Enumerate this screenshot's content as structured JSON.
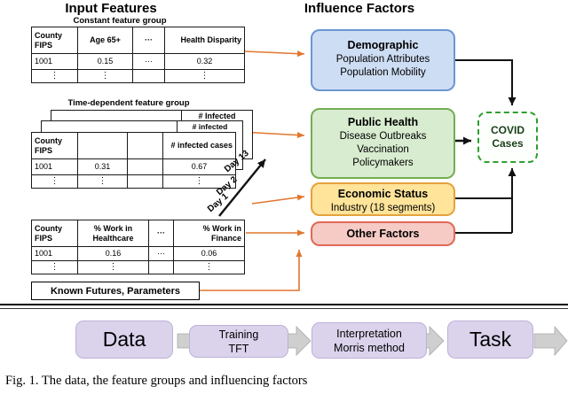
{
  "colors": {
    "demographic_fill": "#cdddf3",
    "demographic_border": "#6b96d2",
    "public_health_fill": "#d8ecd0",
    "public_health_border": "#74ad54",
    "economic_fill": "#ffe49a",
    "economic_border": "#e5a23c",
    "other_fill": "#f6cac5",
    "other_border": "#df6a55",
    "covid_border": "#2f9e2f",
    "pipeline_fill": "#dbd3ec",
    "arrow_orange": "#e2762e",
    "arrow_black": "#111111",
    "arrow_gray": "#cfcfcf"
  },
  "titles": {
    "input_features": "Input Features",
    "influence_factors": "Influence Factors"
  },
  "constant_group": {
    "label": "Constant feature group",
    "headers": [
      "County FIPS",
      "Age 65+",
      "···",
      "Health Disparity"
    ],
    "row": [
      "1001",
      "0.15",
      "···",
      "0.32"
    ],
    "dots": [
      "⋮",
      "⋮",
      "",
      "⋮"
    ]
  },
  "time_group": {
    "label": "Time-dependent feature group",
    "stack_labels": [
      "# Infected",
      "# infected"
    ],
    "headers": [
      "County FIPS",
      "",
      "",
      "# infected cases"
    ],
    "row": [
      "1001",
      "0.31",
      "",
      "0.67"
    ],
    "dots": [
      "⋮",
      "⋮",
      "",
      "⋮"
    ],
    "day_labels": [
      "Day 13",
      "Day 2",
      "Day 1"
    ]
  },
  "work_group": {
    "headers": [
      "County FIPS",
      "% Work in Healthcare",
      "···",
      "% Work in Finance"
    ],
    "row": [
      "1001",
      "0.16",
      "···",
      "0.06"
    ],
    "dots": [
      "⋮",
      "⋮",
      "",
      "⋮"
    ]
  },
  "known_futures_label": "Known Futures, Parameters",
  "factors": [
    {
      "title": "Demographic",
      "lines": [
        "Population Attributes",
        "Population Mobility"
      ]
    },
    {
      "title": "Public Health",
      "lines": [
        "Disease Outbreaks",
        "Vaccination",
        "Policymakers"
      ]
    },
    {
      "title": "Economic Status",
      "lines": [
        "Industry (18 segments)"
      ]
    },
    {
      "title": "Other Factors",
      "lines": []
    }
  ],
  "covid": {
    "line1": "COVID",
    "line2": "Cases"
  },
  "pipeline": {
    "data_label": "Data",
    "training": {
      "line1": "Training",
      "line2": "TFT"
    },
    "interpretation": {
      "line1": "Interpretation",
      "line2": "Morris method"
    },
    "task_label": "Task"
  },
  "caption": "Fig. 1.  The data, the feature groups and influencing factors"
}
